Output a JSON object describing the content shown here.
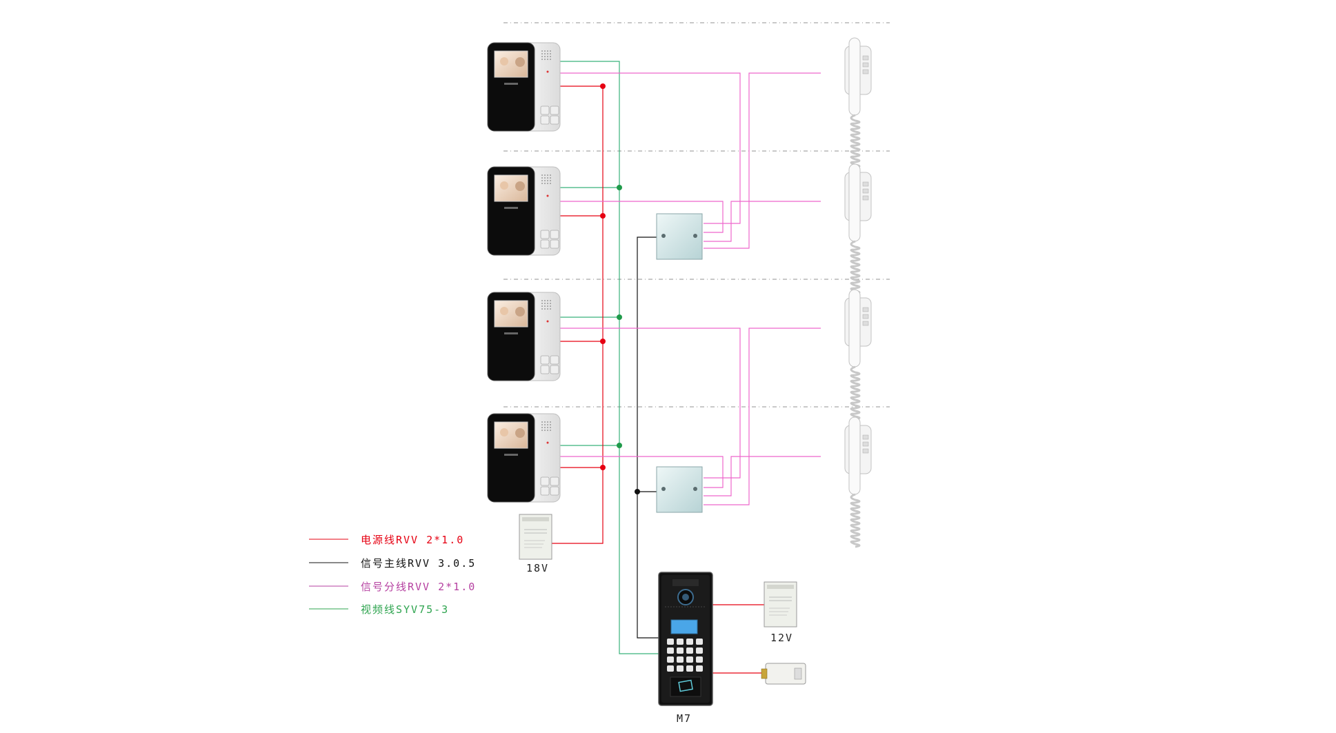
{
  "legend": [
    {
      "text": "电源线RVV 2*1.0",
      "color": "#e60012"
    },
    {
      "text": "信号主线RVV 3.0.5",
      "color": "#111111"
    },
    {
      "text": "信号分线RVV 2*1.0",
      "color": "#b53fa0"
    },
    {
      "text": "视频线SYV75-3",
      "color": "#2ea44f"
    }
  ],
  "devices": {
    "psu_indoor": "18V",
    "psu_door": "12V",
    "door_station": "M7"
  },
  "colors": {
    "power": "#e60012",
    "signal_main": "#111111",
    "signal_branch": "#ee66cc",
    "video": "#38b27a",
    "divider": "#b5b5b5"
  },
  "icons": {
    "monitor": "video-intercom-monitor-icon",
    "handset": "audio-interphone-handset-icon",
    "distributor": "floor-distributor-box-icon",
    "psu": "power-supply-icon",
    "door_station": "outdoor-door-station-icon",
    "lock": "electric-lock-icon"
  }
}
